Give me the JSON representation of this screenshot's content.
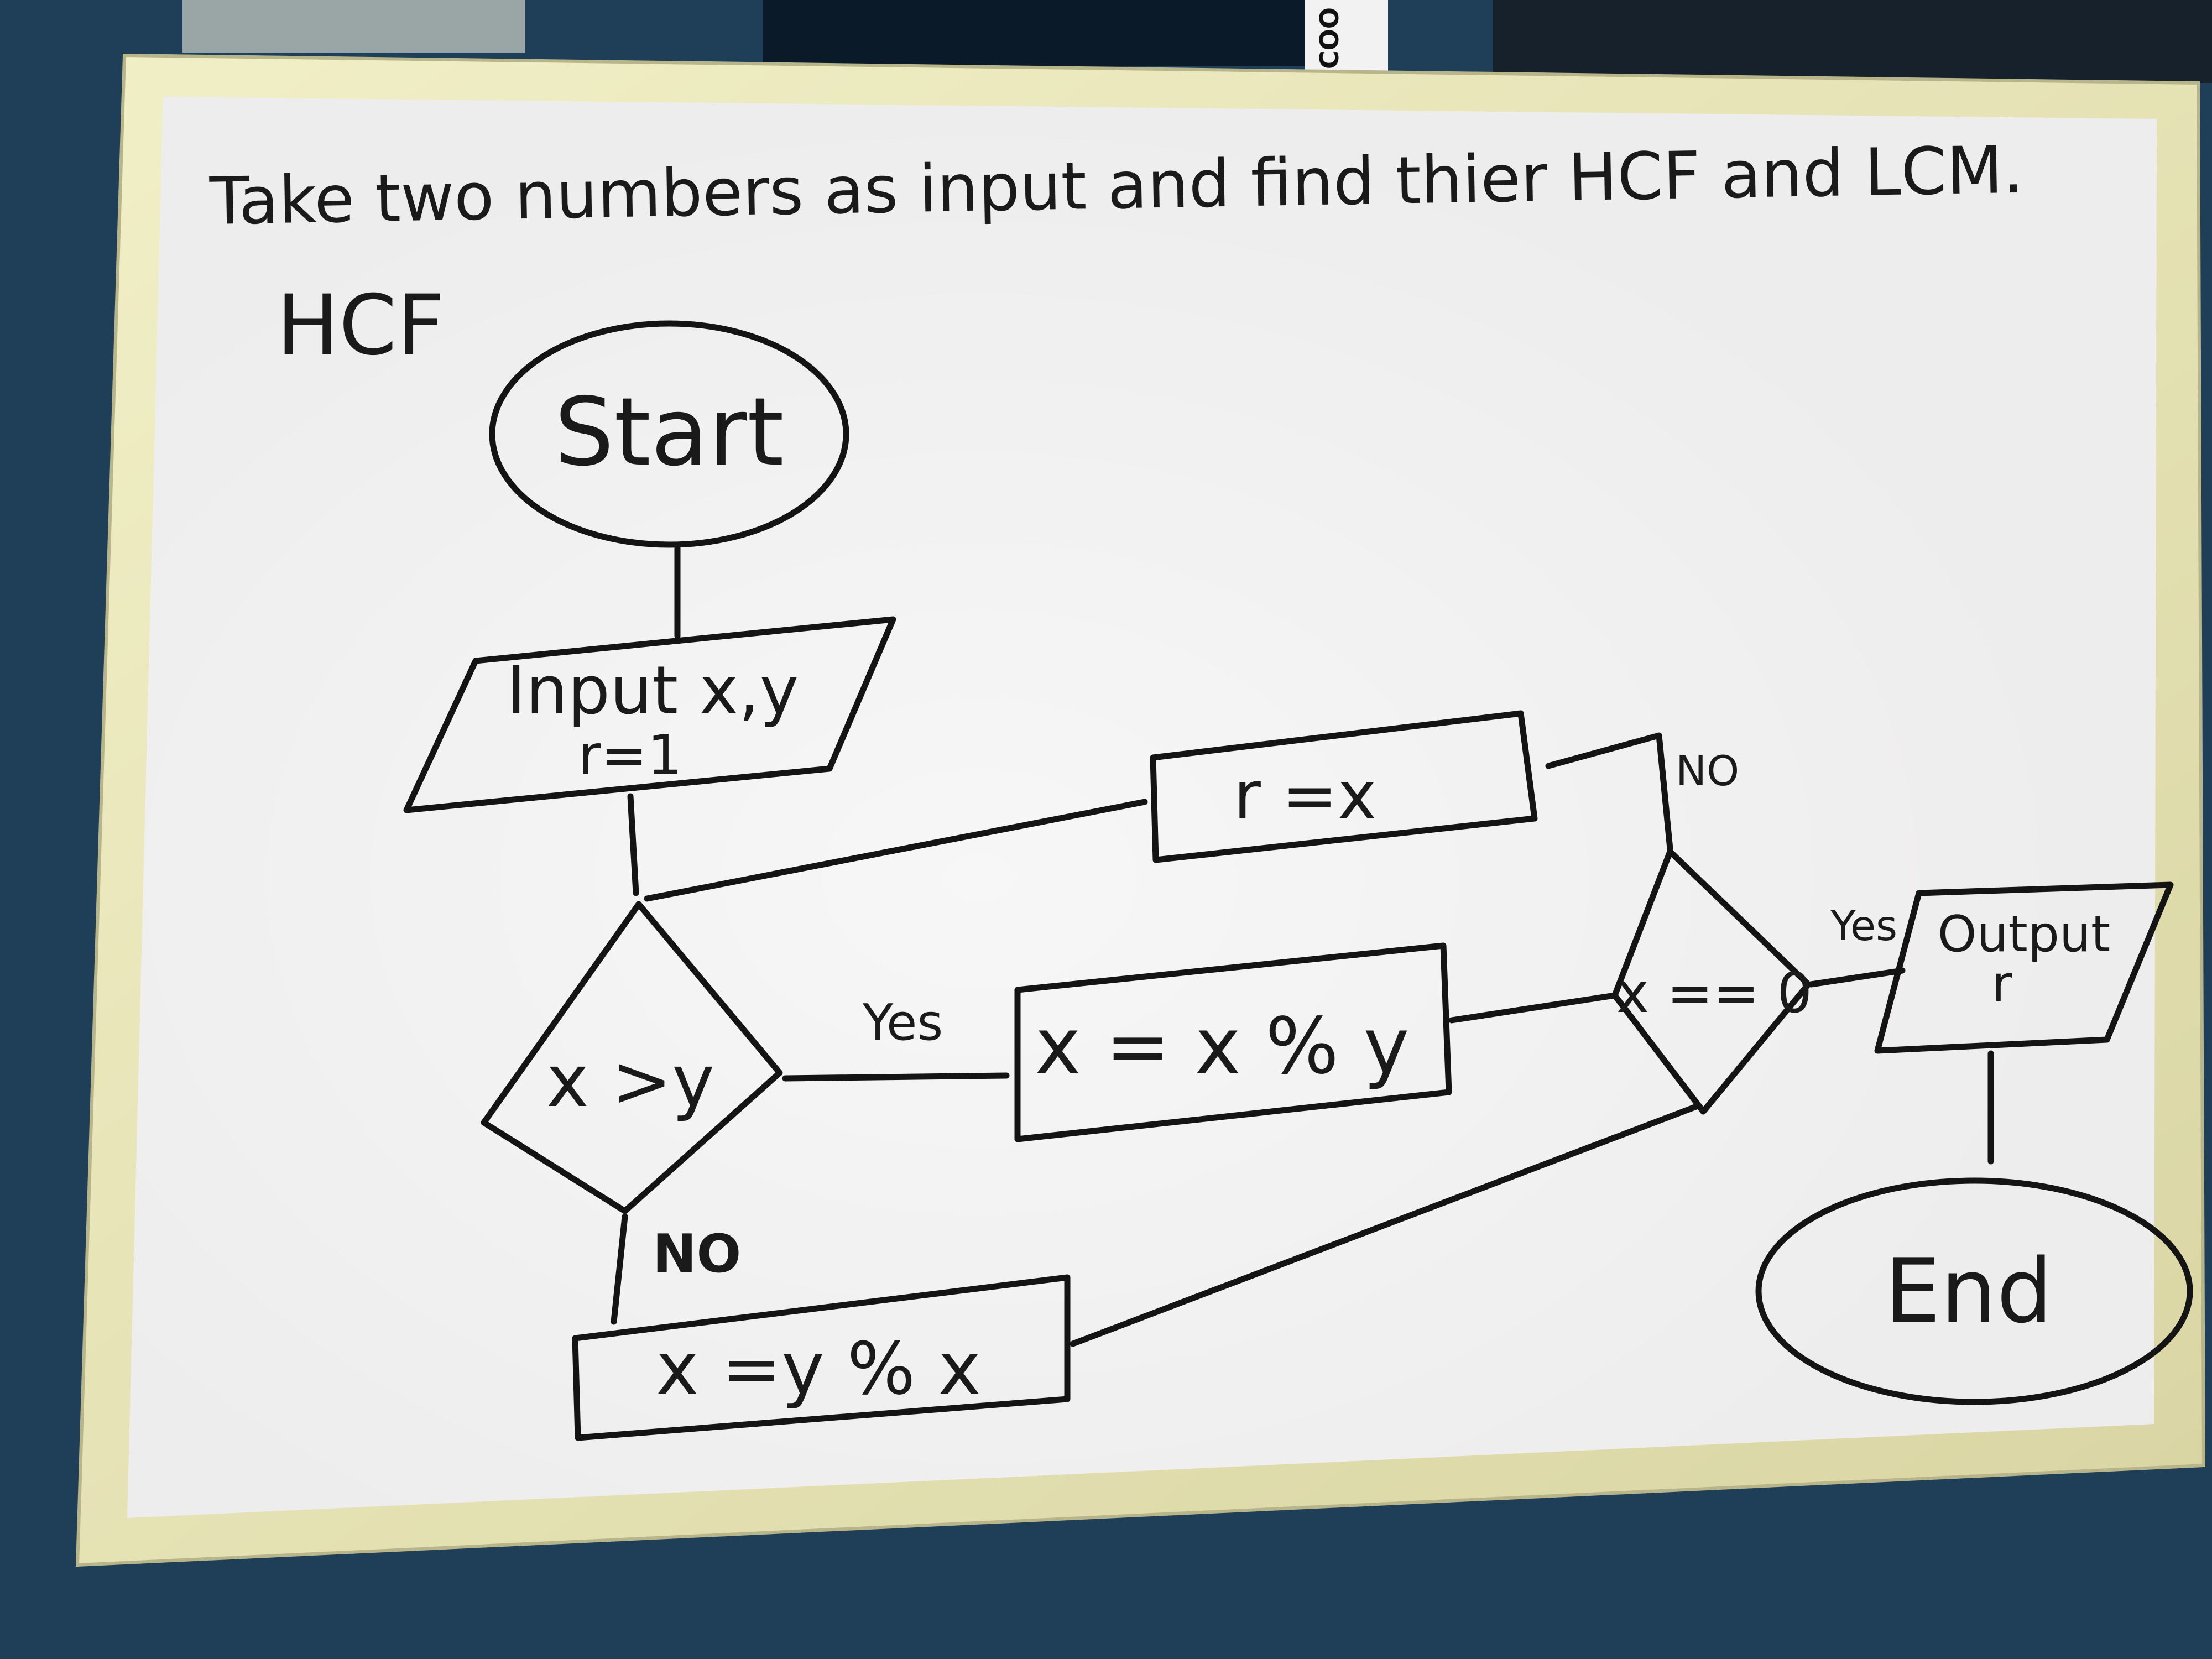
{
  "board": {
    "heading": "Take two numbers as input and find thier HCF and LCM.",
    "subheading": "HCF"
  },
  "nodes": {
    "start": "Start",
    "input_line1": "Input x,y",
    "input_line2": "r=1",
    "decision_xy": "x >y",
    "assign_mod_x": "x = x % y",
    "assign_mod_y": "x =y % x",
    "decision_zero": "x == 0",
    "assign_r": "r =x",
    "output_line1": "Output",
    "output_line2": "r",
    "end": "End"
  },
  "edges": {
    "yes_left": "Yes",
    "no_left": "NO",
    "yes_right": "Yes",
    "no_right": "NO"
  },
  "colors": {
    "board": "#eeeded",
    "frame": "#e9e6b9",
    "wall": "#1f3f59",
    "ink": "#141414"
  },
  "corner_label": "COO"
}
